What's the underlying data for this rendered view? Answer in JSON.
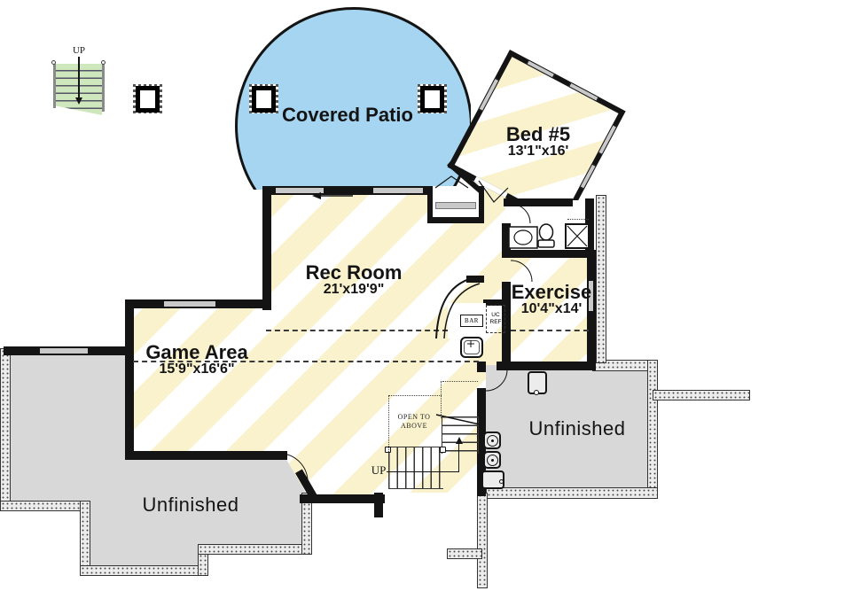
{
  "colors": {
    "patio_blue": "#a6d5f2",
    "stripe_yellow": "#faf2cd",
    "unfinished_gray": "#d8d8d8",
    "stair_green": "#cfe7bd",
    "wall_black": "#141414"
  },
  "rooms": {
    "covered_patio": {
      "label": "Covered Patio"
    },
    "bed5": {
      "label": "Bed #5",
      "dims": "13'1\"x16'"
    },
    "rec_room": {
      "label": "Rec Room",
      "dims": "21'x19'9\""
    },
    "exercise": {
      "label": "Exercise",
      "dims": "10'4\"x14'"
    },
    "game_area": {
      "label": "Game Area",
      "dims": "15'9\"x16'6\""
    },
    "unfinished_left": {
      "label": "Unfinished"
    },
    "unfinished_right": {
      "label": "Unfinished"
    }
  },
  "annotations": {
    "stairs_top_up": "UP",
    "stairs_main_up": "UP",
    "open_to_above": "OPEN TO ABOVE",
    "bar": "BAR",
    "uc_line1": "UC",
    "uc_line2": "REF"
  }
}
